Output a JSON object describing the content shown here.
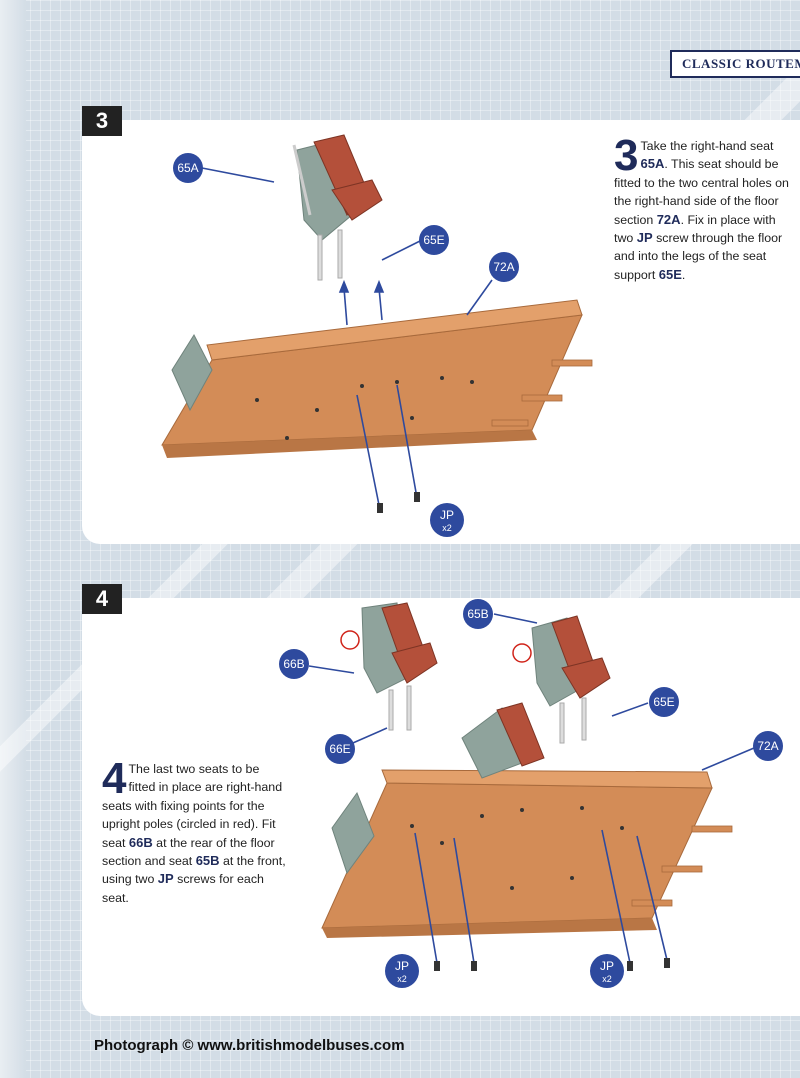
{
  "header": {
    "title": "CLASSIC ROUTEMASTER"
  },
  "steps": [
    {
      "number": "3",
      "drop_cap": "3",
      "text_parts": [
        "Take the right-hand seat ",
        "65A",
        ". This seat should be fitted to the two central holes on the right-hand side of the floor section ",
        "72A",
        ". Fix in place with two ",
        "JP",
        " screw through the floor and into the legs of the seat support ",
        "65E",
        "."
      ],
      "callouts": [
        "65A",
        "65E",
        "72A"
      ],
      "screw_label": "JP",
      "screw_qty": "x2"
    },
    {
      "number": "4",
      "drop_cap": "4",
      "text_parts": [
        "The last two seats to be fitted in place are right-hand seats with fixing points for the upright poles (circled in red). Fit seat ",
        "66B",
        " at the rear of the floor section and seat ",
        "65B",
        " at the front, using two ",
        "JP",
        " screws for each seat."
      ],
      "callouts": [
        "66B",
        "65B",
        "66E",
        "65E",
        "72A"
      ],
      "screw_label": "JP",
      "screw_qty": "x2"
    }
  ],
  "credit": "Photograph © www.britishmodelbuses.com",
  "colors": {
    "navy": "#1f2b5a",
    "callout": "#2e4a9e",
    "floor": "#d38c57",
    "seat": "#8fa39c",
    "cushion": "#b4503a"
  }
}
